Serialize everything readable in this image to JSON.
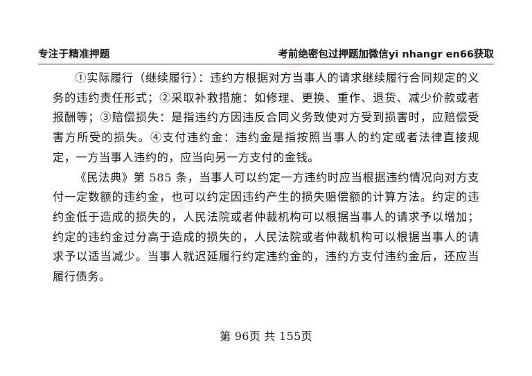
{
  "header": {
    "left": "专注于精准押题",
    "right": "考前绝密包过押题加微信yi nhangr en66获取"
  },
  "body": {
    "paragraphs": [
      "①实际履行（继续履行）：违约方根据对方当事人的请求继续履行合同规定的义务的违约责任形式；②采取补救措施：如修理、更换、重作、退货、减少价款或者报酬等；③赔偿损失：是指违约方因违反合同义务致使对方受到损害时，应赔偿受害方所受的损失。④支付违约金：违约金是指按照当事人的约定或者法律直接规定，一方当事人违约的，应当向另一方支付的金钱。",
      "《民法典》第 585 条，当事人可以约定一方违约时应当根据违约情况向对方支付一定数额的违约金，也可以约定因违约产生的损失赔偿额的计算方法。约定的违约金低于造成的损失的，人民法院或者仲裁机构可以根据当事人的请求予以增加；约定的违约金过分高于造成的损失的，人民法院或者仲裁机构可以根据当事人的请求予以适当减少。当事人就迟延履行约定违约金的，违约方支付违约金后，还应当履行债务。"
    ]
  },
  "watermark": {
    "text": "考前绝密包过押题加微信yinhangren66获取"
  },
  "footer": {
    "page_label": "第 96页  共 155页"
  }
}
